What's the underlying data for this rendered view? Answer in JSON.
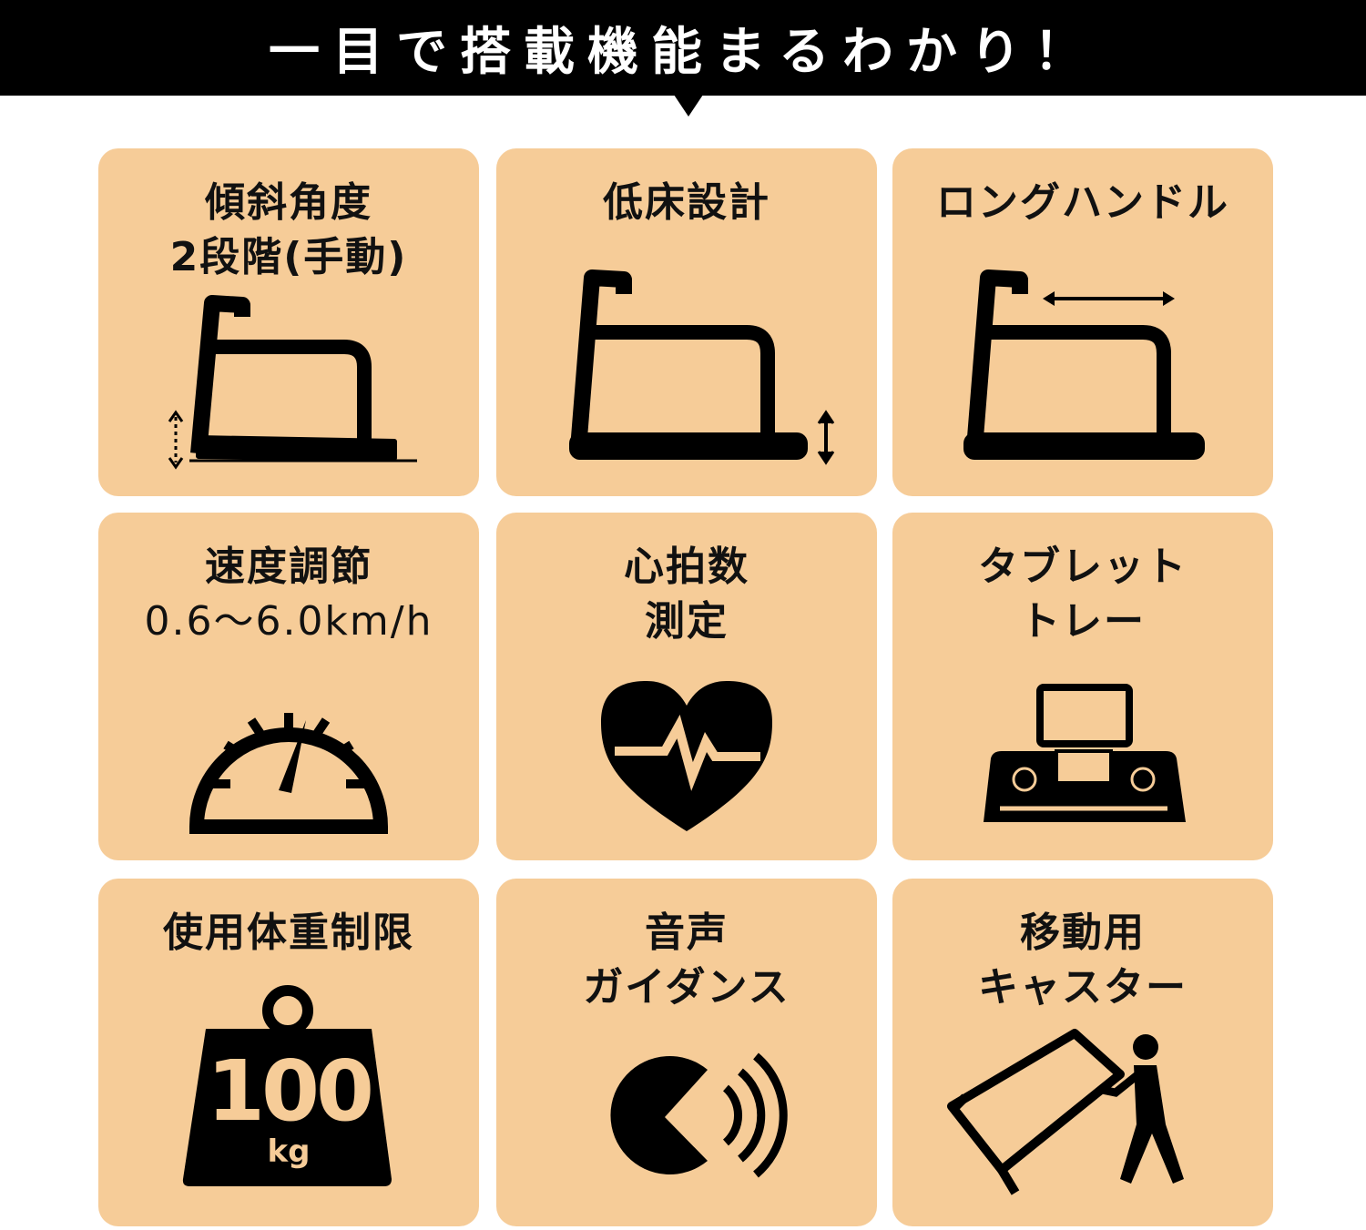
{
  "header": {
    "title": "一目で搭載機能まるわかり！"
  },
  "features": [
    {
      "lines": [
        "傾斜角度",
        "2段階(手動)"
      ],
      "icon": "incline-treadmill-icon"
    },
    {
      "lines": [
        "低床設計"
      ],
      "icon": "low-floor-treadmill-icon"
    },
    {
      "lines": [
        "ロングハンドル"
      ],
      "icon": "long-handle-treadmill-icon"
    },
    {
      "lines": [
        "速度調節",
        "0.6～6.0km/h"
      ],
      "icon": "speedometer-icon"
    },
    {
      "lines": [
        "心拍数",
        "測定"
      ],
      "icon": "heart-rate-icon"
    },
    {
      "lines": [
        "タブレット",
        "トレー"
      ],
      "icon": "tablet-tray-icon"
    },
    {
      "lines": [
        "使用体重制限"
      ],
      "icon": "weight-icon",
      "weight_value": "100",
      "weight_unit": "kg"
    },
    {
      "lines": [
        "音声",
        "ガイダンス"
      ],
      "icon": "voice-guidance-icon"
    },
    {
      "lines": [
        "移動用",
        "キャスター"
      ],
      "icon": "caster-moving-icon"
    }
  ],
  "colors": {
    "card": "#F6CC98",
    "header": "#000000"
  }
}
